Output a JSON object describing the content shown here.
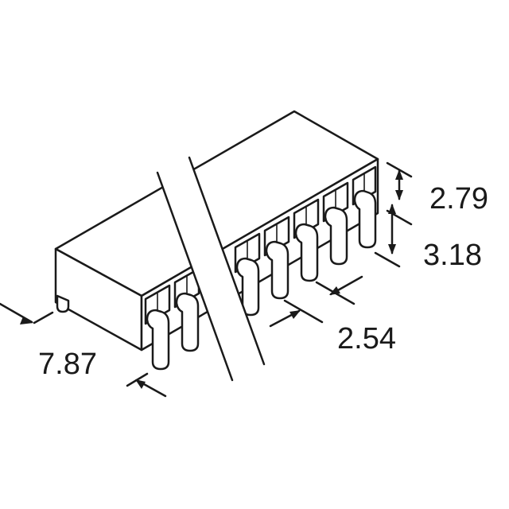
{
  "dimensions": {
    "pin_height": "2.79",
    "body_height": "3.18",
    "pitch": "2.54",
    "row_spacing": "7.87"
  },
  "colors": {
    "line": "#1a1a1a",
    "background": "#ffffff"
  }
}
